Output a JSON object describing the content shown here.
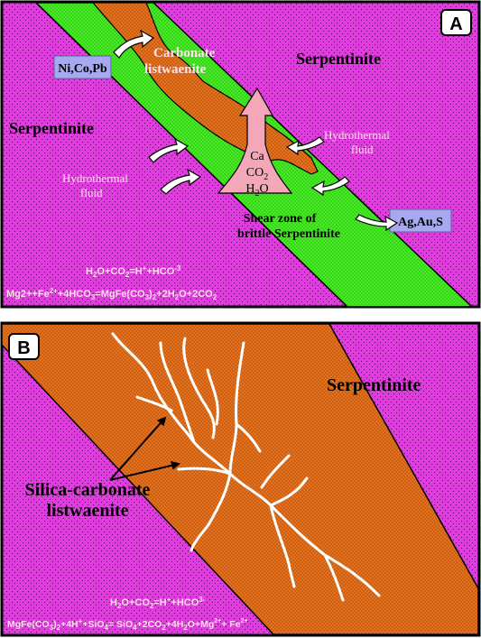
{
  "colors": {
    "serpentinite": "#e03ce0",
    "shear_zone": "#44ee22",
    "listwaenite": "#e8721c",
    "arrow_pink": "#f4a7b9",
    "metal_box": "#a8a8f0",
    "fluid_text": "#ffe0ec"
  },
  "panel_a": {
    "letter": "A",
    "label_serpentinite_left": "Serpentinite",
    "label_serpentinite_right": "Serpentinite",
    "label_carbonate_1": "Carbonate",
    "label_carbonate_2": "listwaenite",
    "box_metals_in": "Ni,Co,Pb",
    "box_metals_out": "Ag,Au,S",
    "fluid_left_1": "Hydrothermal",
    "fluid_left_2": "fluid",
    "fluid_right_1": "Hydrothermal",
    "fluid_right_2": "fluid",
    "arrow_ca": "Ca",
    "arrow_co2_base": "CO",
    "arrow_co2_sub": "2",
    "arrow_h2o_a": "H",
    "arrow_h2o_sub": "2",
    "arrow_h2o_b": "O",
    "shear_1": "Shear zone of",
    "shear_2": "brittle Serpentinite",
    "eq1": {
      "p1": "H",
      "s1": "2",
      "p2": "O+CO",
      "s2": "2",
      "p3": "=H",
      "s3": "+",
      "p4": "+HCO",
      "s4": "-3"
    },
    "eq2": {
      "p1": "Mg2++Fe",
      "s1": "2+",
      "p2": "+4HCO",
      "s2": "3",
      "p3": "=MgFe(CO",
      "s3": "3",
      "p4": ")",
      "s4": "2",
      "p5": "+2H",
      "s5": "2",
      "p6": "O+2CO",
      "s6": "2"
    }
  },
  "panel_b": {
    "letter": "B",
    "label_serpentinite": "Serpentinite",
    "label_silica_1": "Silica-carbonate",
    "label_silica_2": "listwaenite",
    "eq1": {
      "p1": "H",
      "s1": "2",
      "p2": "O+CO",
      "s2": "2",
      "p3": "=H",
      "s3": "+",
      "p4": "+HCO",
      "s4": "3-"
    },
    "eq2": {
      "p1": "MgFe(CO",
      "s1": "3",
      "p2": ")",
      "s2": "2",
      "p3": "+4H",
      "s3": "+",
      "p4": "+SiO",
      "s4": "4",
      "p5": "= SiO",
      "s5": "4",
      "p6": "+2CO",
      "s6": "2",
      "p7": "+4H",
      "s7": "2",
      "p8": "O+Mg",
      "s8": "2+",
      "p9": "+ Fe",
      "s9": "2+"
    }
  }
}
